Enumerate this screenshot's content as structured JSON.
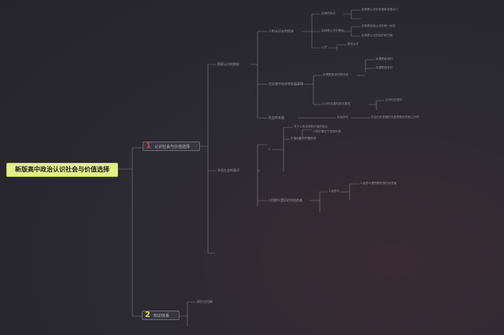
{
  "root": {
    "title": "新版高中政治认识社会与价值选择"
  },
  "branch1": {
    "num": "1",
    "label": "认识社会与价值选择"
  },
  "branch2": {
    "num": "2",
    "label": "知识体系"
  },
  "nodes": {
    "n_a": "探索认识的奥秘",
    "n_a1": "人的认识从何而来",
    "n_a1a": "实践的特点",
    "n_a1b": "实践是认识的基础",
    "n_a1c": "认识",
    "n_a1a1": "实践是认识的来源和发展动力",
    "n_a1b1": "实践是检验认识的唯一标准",
    "n_a1b2": "实践是认识的目的和归宿",
    "n_a1c1": "感性认识",
    "n_a2": "在实践中追求和发展真理",
    "n_a2a": "真理是客观的具体的",
    "n_a2a1": "真理是客观的",
    "n_a2a2": "真理是具体的",
    "n_a2b": "认识的反复性和无限性",
    "n_a2b1": "认识的无限性",
    "n_a3": "社会的发展",
    "n_a3a": "社会存在",
    "n_a3b": "社会历史发展的总趋势是前进的上升的",
    "n_b": "寻觅社会的真谛",
    "n_b1": "人",
    "n_b1a": "关于人的本质和价值的观点",
    "n_b1b": "价值判断与价值选择",
    "n_b1c": "人的价值在于创造价值",
    "n_b2": "人民群众是历史的创造者",
    "n_b2a": "人民群众",
    "n_b2a1": "人民群众是物质财富的创造者",
    "n_c1": "知识点归纳"
  }
}
